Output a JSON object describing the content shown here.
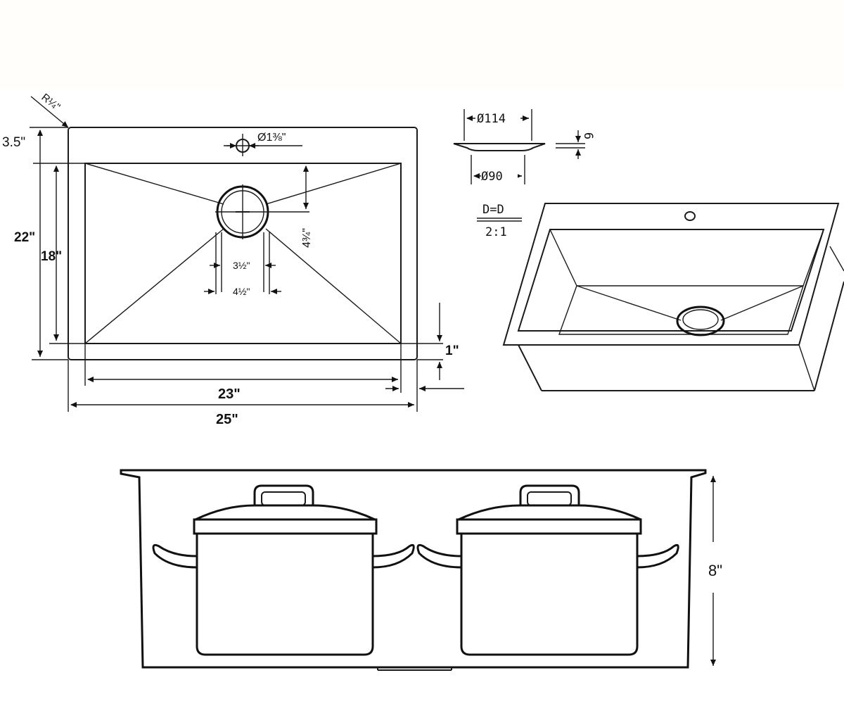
{
  "top_view": {
    "corner_radius": "R¼\"",
    "faucet_hole_diameter": "Ø1⅜\"",
    "top_margin": "3.5\"",
    "overall_depth": "22\"",
    "bowl_depth": "18\"",
    "drain_offset": "4¾\"",
    "drain_inner": "3½\"",
    "drain_outer": "4½\"",
    "rim_width": "1\"",
    "bowl_width": "23\"",
    "overall_width": "25\""
  },
  "strainer_detail": {
    "outer_diameter": "Ø114",
    "inner_diameter": "Ø90",
    "height": "6",
    "section_label": "D=D",
    "scale": "2:1"
  },
  "side_view": {
    "depth": "8\""
  }
}
